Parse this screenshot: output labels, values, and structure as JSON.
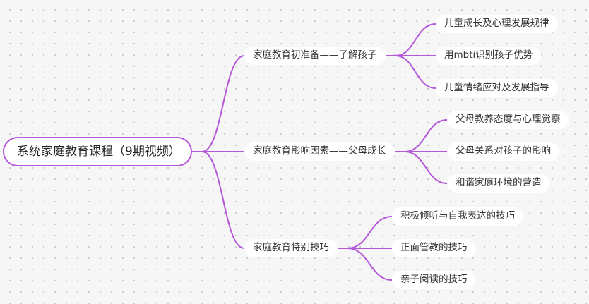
{
  "accent_color": "#b457d9",
  "mindmap": {
    "root": {
      "label": "系统家庭教育课程（9期视频）"
    },
    "branches": [
      {
        "label": "家庭教育初准备——了解孩子",
        "children": [
          {
            "label": "儿童成长及心理发展规律"
          },
          {
            "label": "用mbti识别孩子优势"
          },
          {
            "label": "儿童情绪应对及发展指导"
          }
        ]
      },
      {
        "label": "家庭教育影响因素——父母成长",
        "children": [
          {
            "label": "父母教养态度与心理觉察"
          },
          {
            "label": "父母关系对孩子的影响"
          },
          {
            "label": "和谐家庭环境的营造"
          }
        ]
      },
      {
        "label": "家庭教育特别技巧",
        "children": [
          {
            "label": "积极倾听与自我表达的技巧"
          },
          {
            "label": "正面管教的技巧"
          },
          {
            "label": "亲子阅读的技巧"
          }
        ]
      }
    ]
  }
}
